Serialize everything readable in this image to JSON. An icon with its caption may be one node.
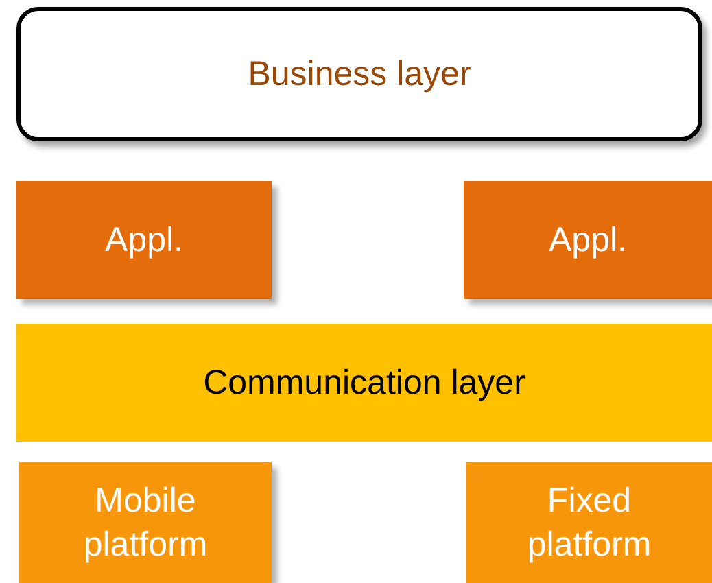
{
  "diagram": {
    "nodes": [
      {
        "text": [
          "Business layer"
        ]
      },
      {
        "text": [
          "Appl."
        ]
      },
      {
        "text": [
          "Appl."
        ]
      },
      {
        "text": [
          "Communication layer"
        ]
      },
      {
        "text": [
          "Mobile platform"
        ]
      },
      {
        "text": [
          "Fixed platform"
        ]
      }
    ]
  }
}
